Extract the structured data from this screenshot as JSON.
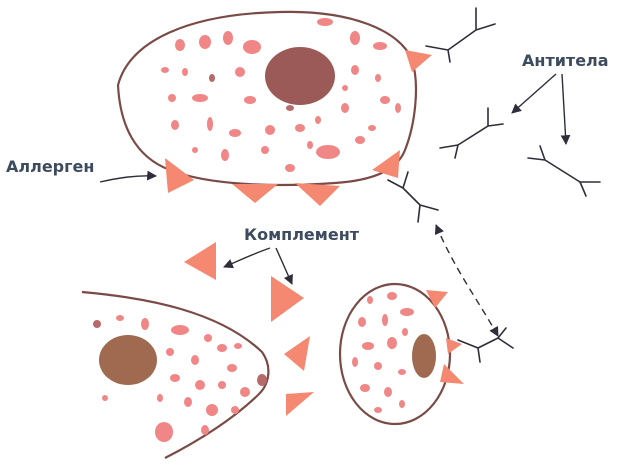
{
  "labels": {
    "antibodies": "Антитела",
    "allergen": "Аллерген",
    "complement": "Комплемент"
  },
  "colors": {
    "cell_outline": "#7a4b46",
    "nucleus": "#9b5a57",
    "granule": "#f08686",
    "triangle": "#f58870",
    "text": "#3c4b5e"
  }
}
